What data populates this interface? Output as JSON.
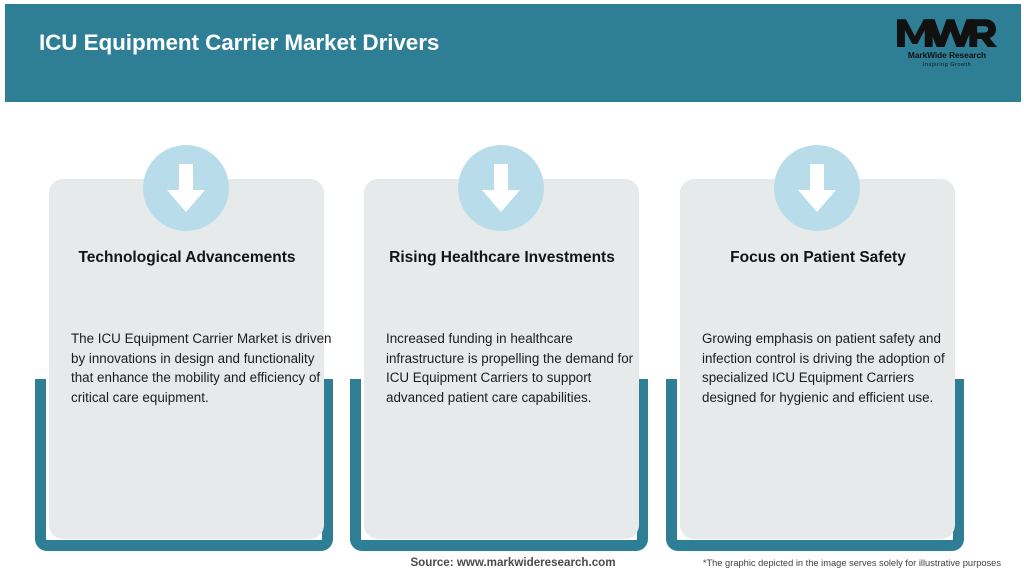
{
  "header": {
    "title": "ICU Equipment Carrier Market Drivers",
    "band_color": "#2e7f96",
    "title_color": "#ffffff"
  },
  "logo": {
    "mark": "MWR",
    "name": "MarkWide Research",
    "tagline": "Inspiring Growth"
  },
  "theme": {
    "accent": "#2e7f96",
    "panel": "#e6eaeb",
    "circle": "#b9dcea",
    "arrow": "#ffffff"
  },
  "cards": [
    {
      "icon": "arrow-down-icon",
      "title": "Technological Advancements",
      "body": "The ICU Equipment Carrier Market is driven by innovations in design and functionality that enhance the mobility and efficiency of critical care equipment."
    },
    {
      "icon": "arrow-down-icon",
      "title": "Rising Healthcare Investments",
      "body": "Increased funding in healthcare infrastructure is propelling the demand for ICU Equipment Carriers to support advanced patient care capabilities."
    },
    {
      "icon": "arrow-down-icon",
      "title": "Focus on Patient Safety",
      "body": "Growing emphasis on patient safety and infection control is driving the adoption of specialized ICU Equipment Carriers designed for hygienic and efficient use."
    }
  ],
  "footer": {
    "source": "Source: www.markwideresearch.com",
    "disclaimer": "*The graphic depicted in the image serves solely for illustrative purposes"
  }
}
